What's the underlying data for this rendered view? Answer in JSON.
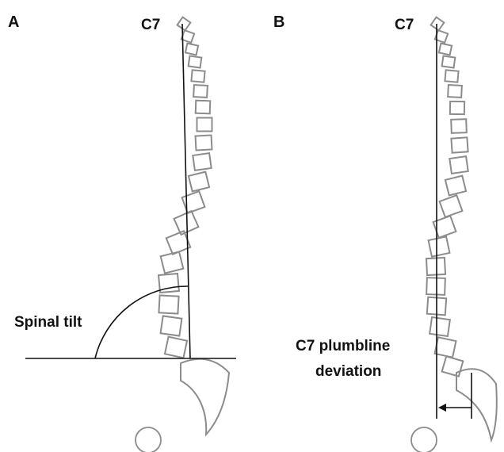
{
  "panels": [
    {
      "letter": "A",
      "top_label": "C7",
      "measure_label": "Spinal tilt",
      "measure_label_lines": [
        "Spinal tilt"
      ]
    },
    {
      "letter": "B",
      "top_label": "C7",
      "measure_label": "C7 plumbline deviation",
      "measure_label_lines": [
        "C7 plumbline",
        "deviation"
      ]
    }
  ],
  "colors": {
    "vertebra_stroke": "#8c8c8c",
    "line": "#111111"
  }
}
